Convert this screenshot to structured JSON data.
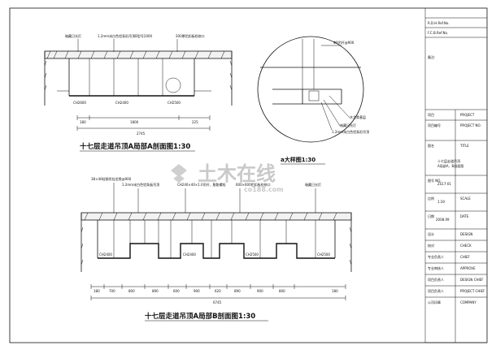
{
  "watermark": {
    "logo_text": "土木在线",
    "url": "co188.com"
  },
  "title_block": {
    "header_rows": [
      "R.D.H.Ref.No.",
      "F.C.B.Ref.No."
    ],
    "notes_label": "备注:",
    "rows": [
      {
        "cn": "项目",
        "en": "PROJECT"
      },
      {
        "cn": "项目编号",
        "en": "PROJECT NO."
      },
      {
        "cn": "图名",
        "en": "TITLE"
      },
      {
        "cn": "图号 NO.",
        "en": ""
      },
      {
        "cn": "比例",
        "en": "SCALE"
      },
      {
        "cn": "日期",
        "en": "DATE"
      },
      {
        "cn": "设计",
        "en": "DESIGN"
      },
      {
        "cn": "校对",
        "en": "CHECK"
      },
      {
        "cn": "专业负责人",
        "en": "CHIEF"
      },
      {
        "cn": "专业审核人",
        "en": "APPROVE"
      },
      {
        "cn": "项目负责人",
        "en": "DESIGN CHIEF"
      },
      {
        "cn": "项目负责人",
        "en": "PROJECT CHIEF"
      },
      {
        "cn": "公司印章",
        "en": "COMPANY"
      }
    ],
    "title_value_lines": [
      "十七层走道吊顶",
      "A局部A、B剖面图"
    ],
    "drawing_no": "ZS17-01",
    "scale_value": "1:30",
    "date_value": "2008.09"
  },
  "section_a": {
    "title": "十七层走道吊顶A局部A剖面图1:30",
    "labels": [
      "暗藏日光灯",
      "1.2mm米白色铝条形吊顶B型号2000",
      "200厚铝扣板检修口"
    ],
    "ceiling_tags": [
      "CH2600",
      "CH2400",
      "CH2500"
    ],
    "dims": [
      "180",
      "1800",
      "225"
    ],
    "total": "2745"
  },
  "detail_a": {
    "title": "a大样图1:30",
    "labels": [
      "Φ8吊杆@900",
      "木龙骨基层",
      "暗藏日光灯",
      "1.2mm米白色铝条形吊顶"
    ]
  },
  "section_b": {
    "title": "十七层走道吊顶A局部B剖面图1:30",
    "labels": [
      "38×40轻钢吊挂龙骨@900",
      "1.2mm米白色铝条板吊顶",
      "CH240×40×1.0吊杆、膨胀螺栓",
      "600×600铝扣板检修口",
      "暗藏日光灯"
    ],
    "ceiling_tags": [
      "CH2400",
      "CH2400",
      "CH2500",
      "CH2500"
    ],
    "dims": [
      "180",
      "700",
      "800",
      "890",
      "600",
      "900",
      "620",
      "890",
      "900",
      "800",
      "180"
    ],
    "total": "6745"
  }
}
